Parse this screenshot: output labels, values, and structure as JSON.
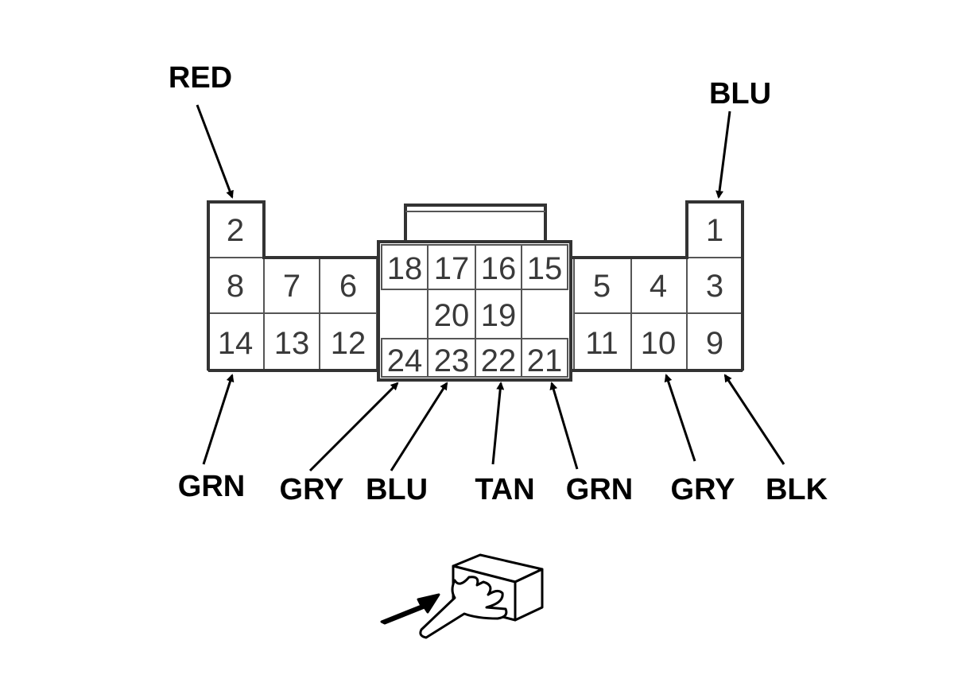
{
  "pins": [
    {
      "num": "1"
    },
    {
      "num": "2"
    },
    {
      "num": "3"
    },
    {
      "num": "4"
    },
    {
      "num": "5"
    },
    {
      "num": "6"
    },
    {
      "num": "7"
    },
    {
      "num": "8"
    },
    {
      "num": "9"
    },
    {
      "num": "10"
    },
    {
      "num": "11"
    },
    {
      "num": "12"
    },
    {
      "num": "13"
    },
    {
      "num": "14"
    },
    {
      "num": "15"
    },
    {
      "num": "16"
    },
    {
      "num": "17"
    },
    {
      "num": "18"
    },
    {
      "num": "19"
    },
    {
      "num": "20"
    },
    {
      "num": "21"
    },
    {
      "num": "22"
    },
    {
      "num": "23"
    },
    {
      "num": "24"
    }
  ],
  "wires": [
    {
      "label": "RED",
      "pin": "2"
    },
    {
      "label": "BLU",
      "pin": "1"
    },
    {
      "label": "GRN",
      "pin": "14"
    },
    {
      "label": "GRY",
      "pin": "24"
    },
    {
      "label": "BLU",
      "pin": "23"
    },
    {
      "label": "TAN",
      "pin": "22"
    },
    {
      "label": "GRN",
      "pin": "21"
    },
    {
      "label": "GRY",
      "pin": "10"
    },
    {
      "label": "BLK",
      "pin": "9"
    }
  ],
  "icon": "connector-hand-icon"
}
